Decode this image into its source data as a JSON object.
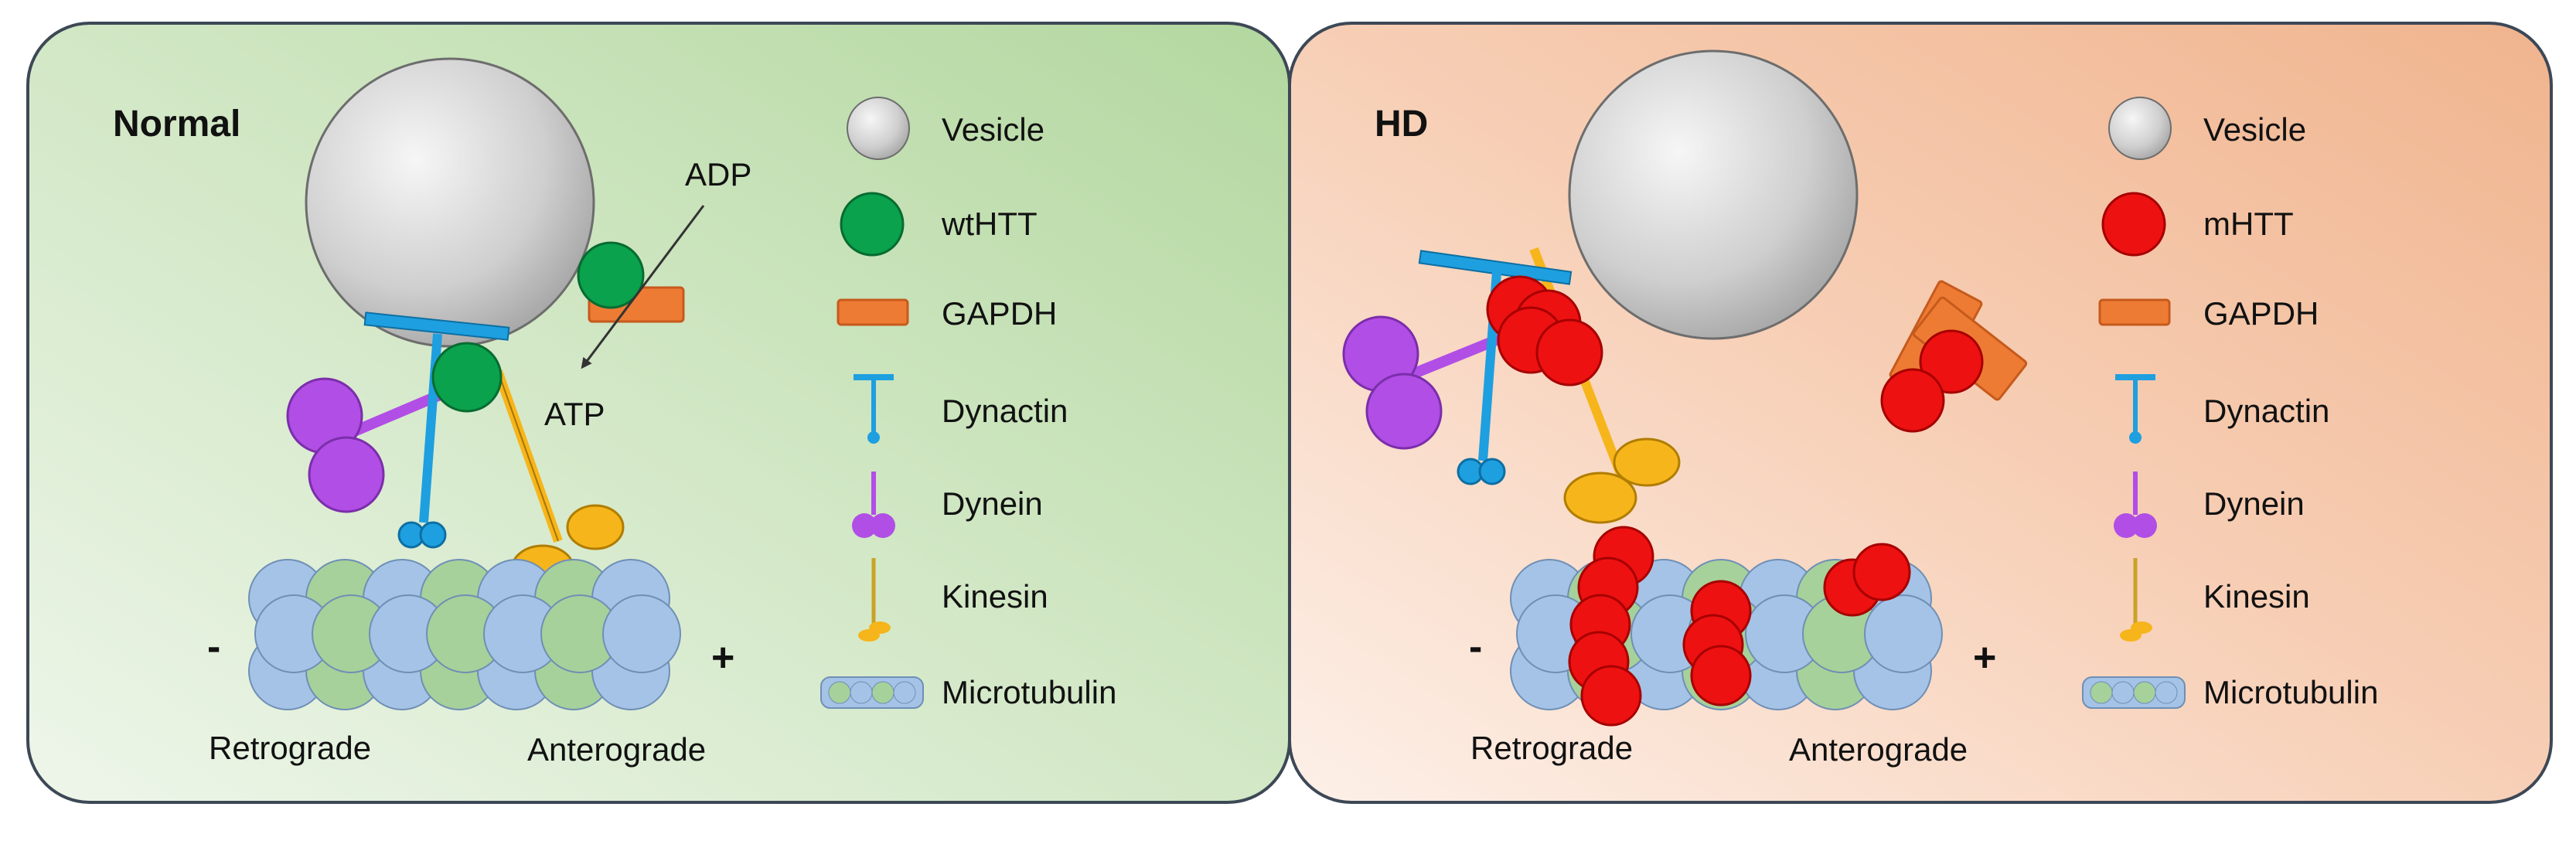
{
  "colors": {
    "normal_bg_a": "#e2efd9",
    "normal_bg_b": "#b7d9a6",
    "hd_bg_a": "#fbe6da",
    "hd_bg_b": "#f2b995",
    "panel_border": "#3d4856",
    "vesicle": "#c4c4c4",
    "wtHTT": "#0aa24c",
    "mHTT": "#ee1111",
    "gapdh": "#ee7b34",
    "dynactin": "#1e9fe0",
    "dynein": "#b14ee6",
    "kinesin": "#f6b51b",
    "mt_blue": "#a4c3e6",
    "mt_green": "#a6d19a"
  },
  "panels": {
    "normal": {
      "title": "Normal",
      "minus": "-",
      "plus": "+",
      "retrograde": "Retrograde",
      "anterograde": "Anterograde",
      "adp": "ADP",
      "atp": "ATP",
      "legend": [
        {
          "key": "vesicle",
          "label": "Vesicle"
        },
        {
          "key": "htt",
          "label": "wtHTT"
        },
        {
          "key": "gapdh",
          "label": "GAPDH"
        },
        {
          "key": "dynactin",
          "label": "Dynactin"
        },
        {
          "key": "dynein",
          "label": "Dynein"
        },
        {
          "key": "kinesin",
          "label": "Kinesin"
        },
        {
          "key": "microtubule",
          "label": "Microtubulin"
        }
      ]
    },
    "hd": {
      "title": "HD",
      "minus": "-",
      "plus": "+",
      "retrograde": "Retrograde",
      "anterograde": "Anterograde",
      "legend": [
        {
          "key": "vesicle",
          "label": "Vesicle"
        },
        {
          "key": "htt",
          "label": "mHTT"
        },
        {
          "key": "gapdh",
          "label": "GAPDH"
        },
        {
          "key": "dynactin",
          "label": "Dynactin"
        },
        {
          "key": "dynein",
          "label": "Dynein"
        },
        {
          "key": "kinesin",
          "label": "Kinesin"
        },
        {
          "key": "microtubule",
          "label": "Microtubulin"
        }
      ]
    }
  }
}
